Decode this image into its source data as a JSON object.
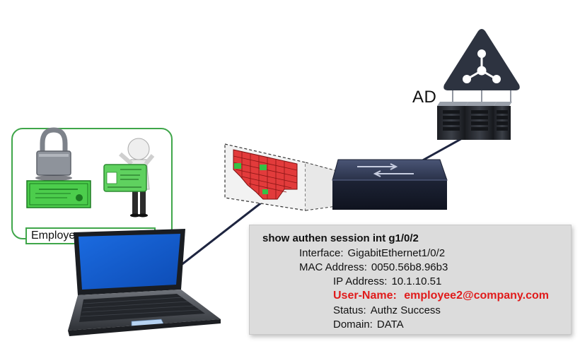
{
  "diagram": {
    "ad_label": "AD",
    "employee_label": "Employe",
    "session": {
      "command": "show authen session int g1/0/2",
      "interface_label": "Interface:",
      "interface_value": "GigabitEthernet1/0/2",
      "mac_label": "MAC Address:",
      "mac_value": "0050.56b8.96b3",
      "ip_label": "IP Address:",
      "ip_value": "10.1.10.51",
      "user_label": "User-Name:",
      "user_value": "employee2@company.com",
      "status_label": "Status:",
      "status_value": "Authz Success",
      "domain_label": "Domain:",
      "domain_value": "DATA"
    },
    "colors": {
      "highlight": "#e01b1b",
      "box_border": "#3fa64a",
      "switch": "#2c3552",
      "ad_triangle": "#2d3340"
    }
  }
}
